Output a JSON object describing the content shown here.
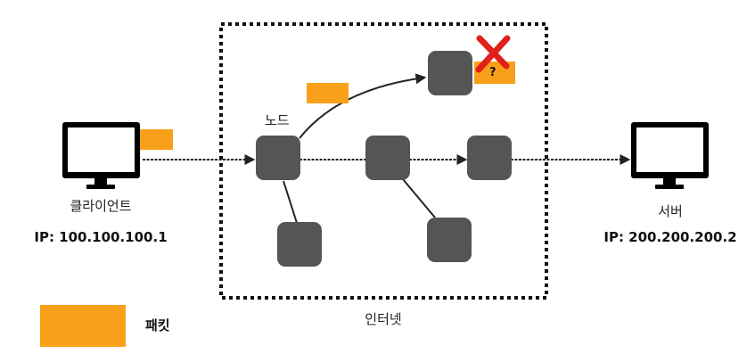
{
  "labels": {
    "node": "노드",
    "client_name": "클라이언트",
    "client_ip": "IP: 100.100.100.1",
    "server_name": "서버",
    "server_ip": "IP: 200.200.200.2",
    "internet": "인터넷",
    "legend_packet": "패킷",
    "question_mark": "?"
  },
  "colors": {
    "packet": "#F9A01B",
    "node": "#555555",
    "line": "#222222",
    "fail_mark": "#E0201B"
  }
}
